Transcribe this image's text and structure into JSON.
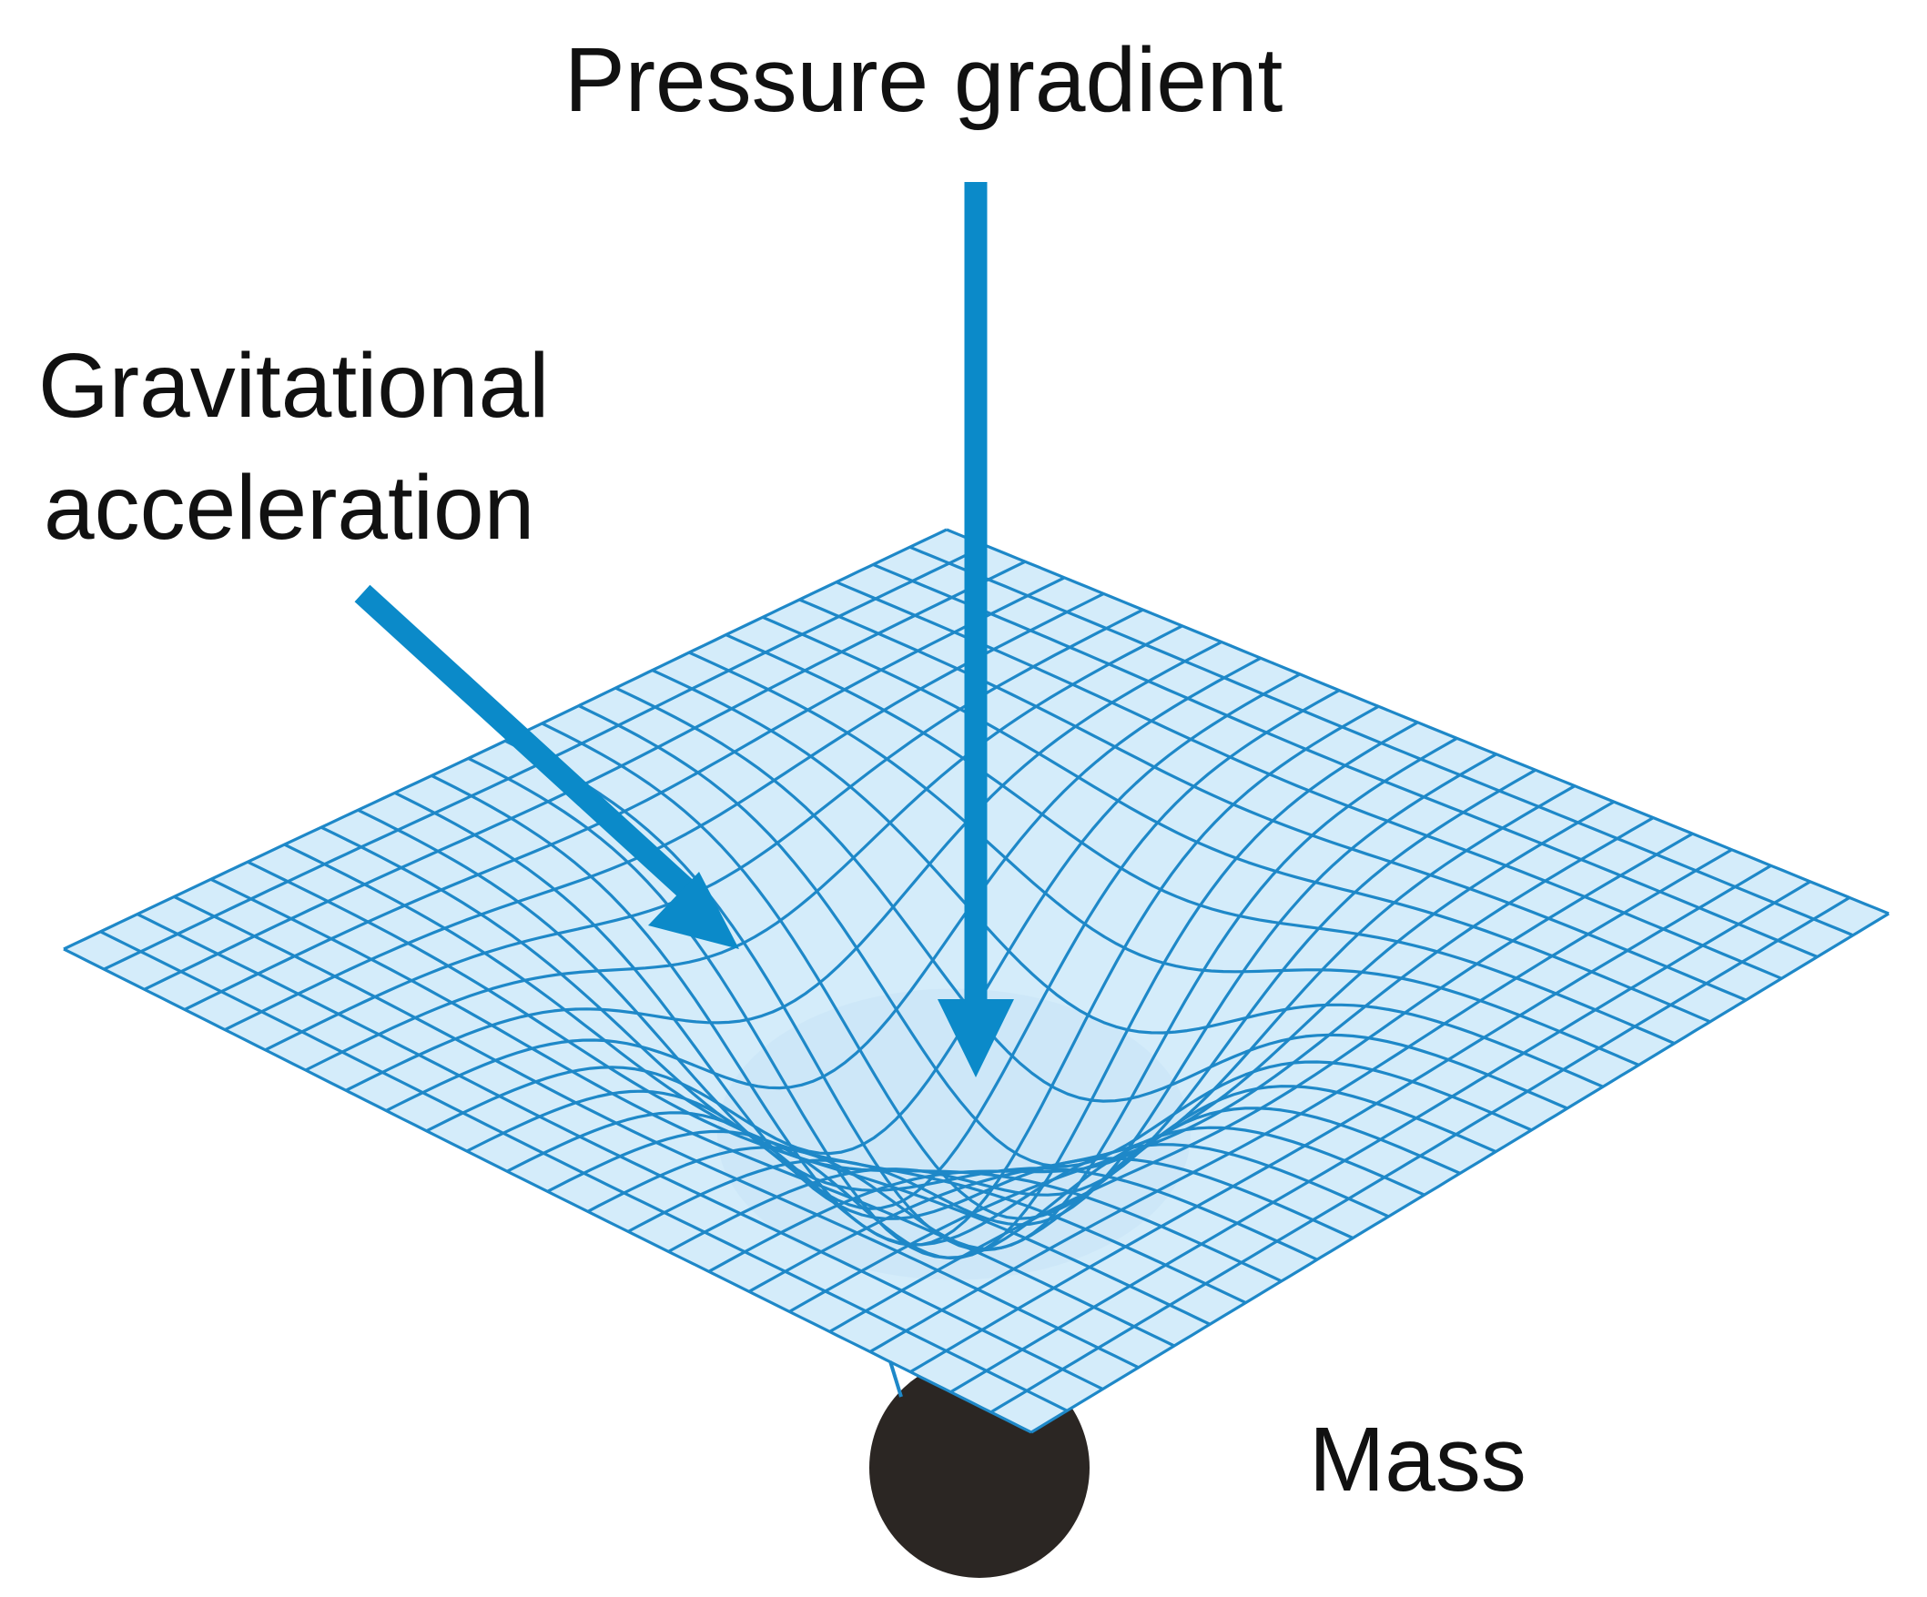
{
  "labels": {
    "pressure_gradient": "Pressure gradient",
    "gravitational_line1": "Gravitational",
    "gravitational_line2": "acceleration",
    "mass": "Mass"
  },
  "colors": {
    "grid_line": "#1e88c8",
    "grid_fill": "#d4ecfa",
    "arrow": "#0b8ac9",
    "mass": "#2b2623",
    "text": "#111111"
  },
  "icons": {
    "arrow_pressure": "arrow-down-icon",
    "arrow_gravity": "arrow-diagonal-icon",
    "mass": "mass-ball-icon"
  }
}
